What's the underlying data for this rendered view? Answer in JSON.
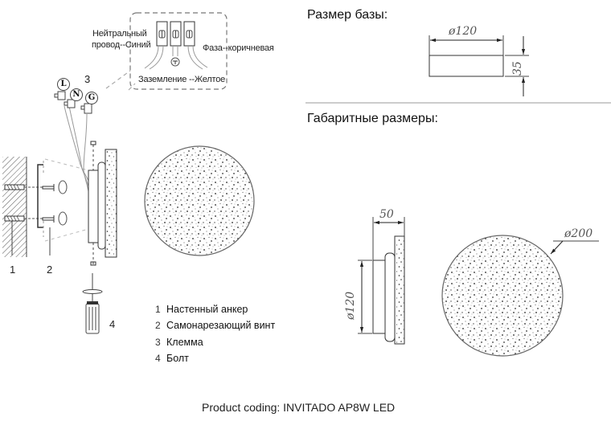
{
  "base_size": {
    "heading": "Размер базы:",
    "diameter_label": "ø120",
    "height_label": "35"
  },
  "overall_size": {
    "heading": "Габаритные размеры:",
    "depth_label": "50",
    "base_diameter_label": "ø120",
    "shade_diameter_label": "ø200"
  },
  "wiring": {
    "neutral_line1": "Нейтральный",
    "neutral_line2": "провод--Синий",
    "phase_label": "Фаза--коричневая",
    "ground_label": "Заземление --Желтое",
    "terminals": [
      "L",
      "N",
      "G"
    ],
    "callout_number": "3"
  },
  "assembly": {
    "callouts": [
      "1",
      "2",
      "3",
      "4"
    ]
  },
  "legend": {
    "items": [
      {
        "number": "1",
        "label": "Настенный анкер"
      },
      {
        "number": "2",
        "label": "Самонарезающий винт"
      },
      {
        "number": "3",
        "label": "Клемма"
      },
      {
        "number": "4",
        "label": "Болт"
      }
    ]
  },
  "footer": {
    "product_coding": "Product coding: INVITADO AP8W LED"
  }
}
